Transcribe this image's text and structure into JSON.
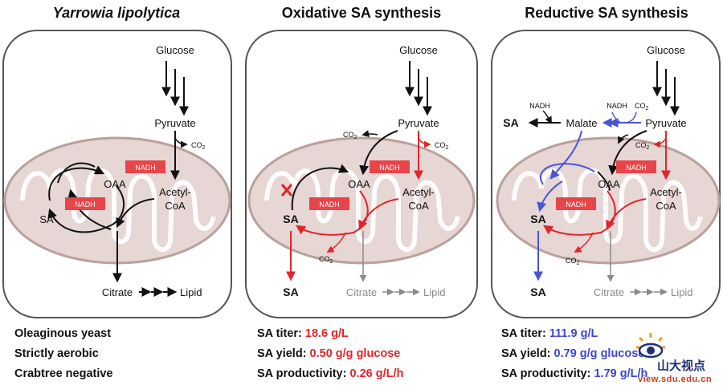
{
  "panels": [
    {
      "title": "Yarrowia lipolytica",
      "labels": {
        "glucose": "Glucose",
        "pyruvate": "Pyruvate",
        "co2": "CO",
        "co2_sub": "2",
        "nadh": "NADH",
        "oaa": "OAA",
        "acetyl": "Acetyl-",
        "coa": "CoA",
        "sa": "SA",
        "citrate": "Citrate",
        "lipid": "Lipid"
      },
      "facts": {
        "line1": "Oleaginous yeast",
        "line2": "Strictly aerobic",
        "line3": "Crabtree negative"
      }
    },
    {
      "title": "Oxidative SA synthesis",
      "labels": {
        "glucose": "Glucose",
        "pyruvate": "Pyruvate",
        "co2": "CO",
        "co2_sub": "2",
        "nadh": "NADH",
        "oaa": "OAA",
        "acetyl": "Acetyl-",
        "coa": "CoA",
        "sa": "SA",
        "sa_out": "SA",
        "citrate": "Citrate",
        "lipid": "Lipid"
      },
      "facts": {
        "titer_label": "SA titer: ",
        "titer_value": "18.6 g/L",
        "yield_label": "SA yield: ",
        "yield_value": "0.50 g/g glucose",
        "prod_label": "SA productivity: ",
        "prod_value": "0.26 g/L/h"
      }
    },
    {
      "title": "Reductive SA synthesis",
      "labels": {
        "glucose": "Glucose",
        "pyruvate": "Pyruvate",
        "malate": "Malate",
        "co2": "CO",
        "co2_sub": "2",
        "nadh": "NADH",
        "oaa": "OAA",
        "acetyl": "Acetyl-",
        "coa": "CoA",
        "sa": "SA",
        "sa_top": "SA",
        "sa_out": "SA",
        "citrate": "Citrate",
        "lipid": "Lipid"
      },
      "facts": {
        "titer_label": "SA titer: ",
        "titer_value": "111.9 g/L",
        "yield_label": "SA yield: ",
        "yield_value": "0.79 g/g glucose",
        "prod_label": "SA productivity: ",
        "prod_value": "1.79 g/L/h"
      }
    }
  ],
  "watermark": {
    "cn": "山大视点",
    "url": "view.sdu.edu.cn"
  },
  "colors": {
    "red": "#e0262b",
    "blue": "#4a55d6",
    "nadh_box": "#e8454a",
    "mito_fill": "#e6d6d4",
    "mito_stroke": "#b8a19e",
    "gray": "#8a8a8a"
  }
}
